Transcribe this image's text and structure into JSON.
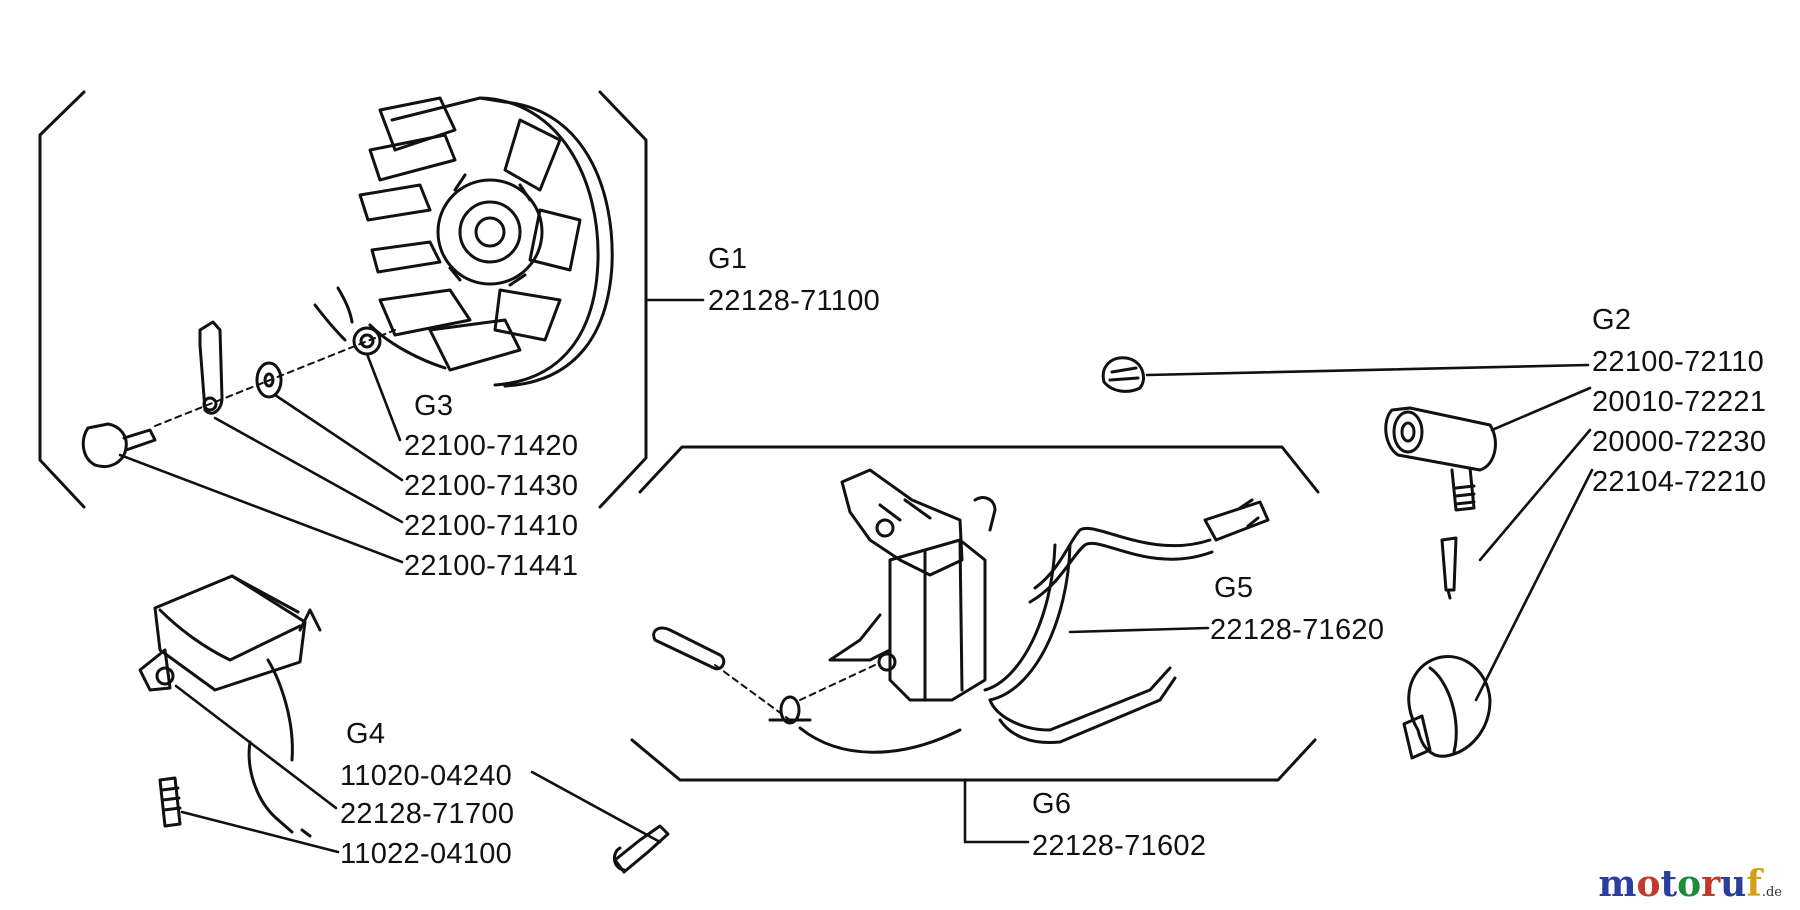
{
  "groups": {
    "g1": {
      "code": "G1",
      "parts": [
        "22128-71100"
      ]
    },
    "g2": {
      "code": "G2",
      "parts": [
        "22100-72110",
        "20010-72221",
        "20000-72230",
        "22104-72210"
      ]
    },
    "g3": {
      "code": "G3",
      "parts": [
        "22100-71420",
        "22100-71430",
        "22100-71410",
        "22100-71441"
      ]
    },
    "g4": {
      "code": "G4",
      "parts": [
        "11020-04240",
        "22128-71700",
        "11022-04100"
      ]
    },
    "g5": {
      "code": "G5",
      "parts": [
        "22128-71620"
      ]
    },
    "g6": {
      "code": "G6",
      "parts": [
        "22128-71602"
      ]
    }
  },
  "watermark": {
    "letters": [
      "m",
      "o",
      "t",
      "o",
      "r",
      "u",
      "f"
    ],
    "letter_colors": [
      "#2a3f9c",
      "#c0392b",
      "#2a3f9c",
      "#1f8a3a",
      "#c0392b",
      "#2a3f9c",
      "#d4a017"
    ],
    "suffix": ".de"
  }
}
